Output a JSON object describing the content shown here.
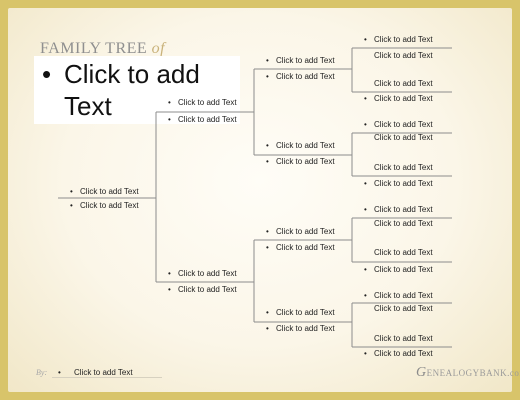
{
  "title": {
    "main": "FAMILY TREE",
    "of": "of"
  },
  "placeholder": {
    "bullet": "•",
    "text": "Click to add Text"
  },
  "slot_text": "Click to add Text",
  "bullet_char": "•",
  "footer": {
    "by": "By:",
    "text": "Click to add Text",
    "logo_initial": "G",
    "logo_rest": "ENEALOGYBANK.com"
  },
  "tree": {
    "gen1": [
      {
        "label": "Click to add Text",
        "bulleted": true
      },
      {
        "label": "Click to add Text",
        "bulleted": true
      }
    ],
    "gen2": [
      {
        "label": "Click to add Text",
        "bulleted": true
      },
      {
        "label": "Click to add Text",
        "bulleted": true
      },
      {
        "label": "Click to add Text",
        "bulleted": true
      },
      {
        "label": "Click to add Text",
        "bulleted": true
      }
    ],
    "gen3": [
      {
        "label": "Click to add Text",
        "bulleted": true
      },
      {
        "label": "Click to add Text",
        "bulleted": true
      },
      {
        "label": "Click to add Text",
        "bulleted": true
      },
      {
        "label": "Click to add Text",
        "bulleted": true
      },
      {
        "label": "Click to add Text",
        "bulleted": true
      },
      {
        "label": "Click to add Text",
        "bulleted": true
      },
      {
        "label": "Click to add Text",
        "bulleted": true
      },
      {
        "label": "Click to add Text",
        "bulleted": true
      }
    ],
    "gen4": [
      {
        "label": "Click to add Text",
        "bulleted": true
      },
      {
        "label": "Click to add Text",
        "bulleted": false
      },
      {
        "label": "Click to add Text",
        "bulleted": false
      },
      {
        "label": "Click to add Text",
        "bulleted": true
      },
      {
        "label": "Click to add Text",
        "bulleted": true
      },
      {
        "label": "Click to add Text",
        "bulleted": false
      },
      {
        "label": "Click to add Text",
        "bulleted": false
      },
      {
        "label": "Click to add Text",
        "bulleted": true
      },
      {
        "label": "Click to add Text",
        "bulleted": true
      },
      {
        "label": "Click to add Text",
        "bulleted": false
      },
      {
        "label": "Click to add Text",
        "bulleted": false
      },
      {
        "label": "Click to add Text",
        "bulleted": true
      },
      {
        "label": "Click to add Text",
        "bulleted": true
      },
      {
        "label": "Click to add Text",
        "bulleted": false
      },
      {
        "label": "Click to add Text",
        "bulleted": false
      },
      {
        "label": "Click to add Text",
        "bulleted": true
      }
    ]
  }
}
